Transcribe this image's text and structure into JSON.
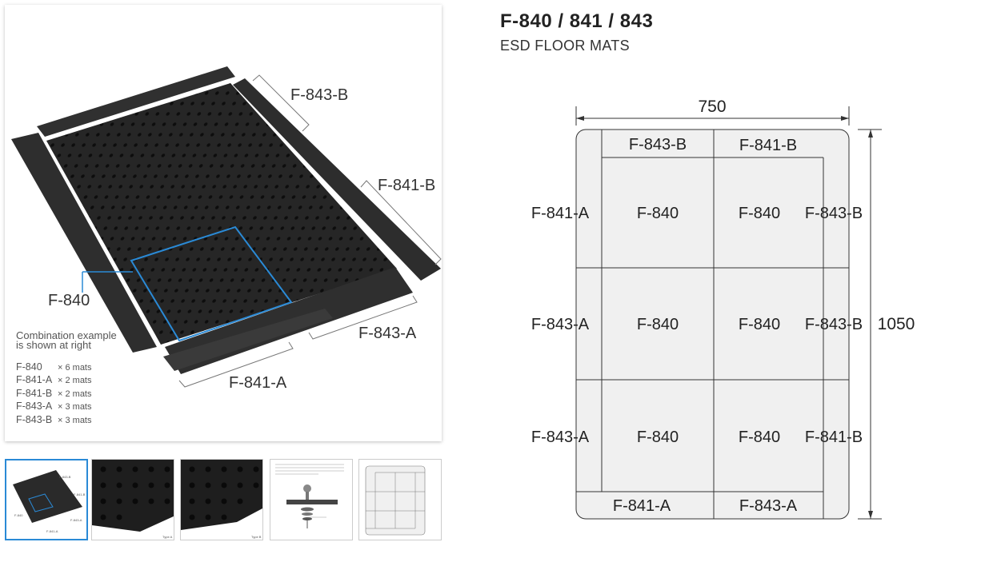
{
  "header": {
    "title": "F-840 / 841 / 843",
    "subtitle": "ESD FLOOR MATS"
  },
  "main_image": {
    "labels": {
      "f843b_top": "F-843-B",
      "f841b": "F-841-B",
      "f840": "F-840",
      "f843a": "F-843-A",
      "f841a": "F-841-A"
    },
    "combination_title_line1": "Combination example",
    "combination_title_line2": "is shown at right",
    "combination_items": [
      {
        "code": "F-840",
        "qty": "× 6 mats"
      },
      {
        "code": "F-841-A",
        "qty": "× 2 mats"
      },
      {
        "code": "F-841-B",
        "qty": "× 2 mats"
      },
      {
        "code": "F-843-A",
        "qty": "× 3 mats"
      },
      {
        "code": "F-843-B",
        "qty": "× 3 mats"
      }
    ]
  },
  "thumbnails": [
    {
      "name": "thumb-overview",
      "active": true
    },
    {
      "name": "thumb-type-a",
      "caption": "Type A"
    },
    {
      "name": "thumb-type-b",
      "caption": "Type B"
    },
    {
      "name": "thumb-grounding"
    },
    {
      "name": "thumb-diagram"
    }
  ],
  "diagram": {
    "width_label": "750",
    "height_label": "1050",
    "top_row": [
      "F-843-B",
      "F-841-B"
    ],
    "bottom_row": [
      "F-841-A",
      "F-843-A"
    ],
    "left_labels": [
      "F-841-A",
      "F-843-A",
      "F-843-A"
    ],
    "right_labels": [
      "F-843-B",
      "F-843-B",
      "F-841-B"
    ],
    "center": "F-840"
  },
  "colors": {
    "accent": "#2a8ad6",
    "mat": "#2b2b2b",
    "diagram_fill": "#f0f0f0",
    "diagram_line": "#333333"
  }
}
